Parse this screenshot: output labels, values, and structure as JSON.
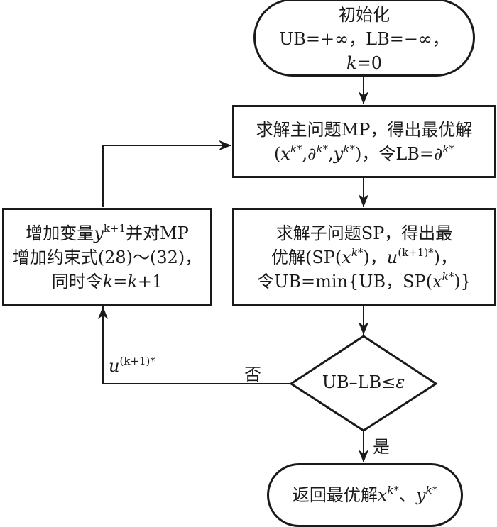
{
  "diagram": {
    "type": "flowchart",
    "nodes": {
      "start": {
        "shape": "terminator",
        "lines": [
          "初始化",
          "UB=+∞，LB=−∞，",
          "k=0"
        ]
      },
      "master": {
        "shape": "process",
        "lines": [
          "求解主问题MP，得出最优解",
          "(x^k*, ∂^k*, y^k*)，令LB=∂^k*"
        ],
        "line1": "求解主问题MP，得出最优解",
        "line2_parts": {
          "open": "(",
          "x": "x",
          "a": "∂",
          "y": "y",
          "sup": "k*",
          "comma": ",",
          "close": ")，令LB=",
          "lb": "∂"
        }
      },
      "sub": {
        "shape": "process",
        "lines": [
          "求解子问题SP，得出最",
          "优解(SP(x^k*)，u^(k+1)*)，",
          "令UB=min{UB，SP(x^k*)}"
        ],
        "line1": "求解子问题SP，得出最",
        "line2_parts": {
          "a": "优解(SP(",
          "x": "x",
          "sup": "k*",
          "b": ")，",
          "u": "u",
          "usup": "(k+1)*",
          "c": ")，"
        },
        "line3_parts": {
          "a": "令UB=min{UB，SP(",
          "x": "x",
          "sup": "k*",
          "b": ")}"
        }
      },
      "update": {
        "shape": "process",
        "lines": [
          "增加变量y^(k+1)并对MP",
          "增加约束式(28)～(32)，",
          "同时令k=k+1"
        ],
        "line1_parts": {
          "a": "增加变量",
          "y": "y",
          "sup": "k+1",
          "b": "并对MP"
        },
        "line2": "增加约束式(28)～(32)，",
        "line3_parts": {
          "a": "同时令",
          "k1": "k",
          "eq": "=",
          "k2": "k",
          "b": "+1"
        }
      },
      "check": {
        "shape": "decision",
        "text_parts": {
          "a": "UB–LB≤",
          "eps": "ε"
        }
      },
      "end": {
        "shape": "terminator",
        "parts": {
          "a": "返回最优解",
          "x": "x",
          "sup": "k*",
          "b": "、",
          "y": "y"
        }
      }
    },
    "edges": [
      {
        "from": "start",
        "to": "master",
        "label": ""
      },
      {
        "from": "master",
        "to": "sub",
        "label": ""
      },
      {
        "from": "sub",
        "to": "check",
        "label": ""
      },
      {
        "from": "check",
        "to": "update",
        "label": "否"
      },
      {
        "from": "update",
        "to": "master",
        "label": ""
      },
      {
        "from": "check",
        "to": "end",
        "label": "是"
      }
    ],
    "labels": {
      "no": "否",
      "yes": "是",
      "feedback_u": "u",
      "feedback_sup": "(k+1)*"
    },
    "start_parts": {
      "title": "初始化",
      "line2": "UB=+∞，LB=−∞，",
      "k": "k",
      "eq0": "=0"
    }
  }
}
